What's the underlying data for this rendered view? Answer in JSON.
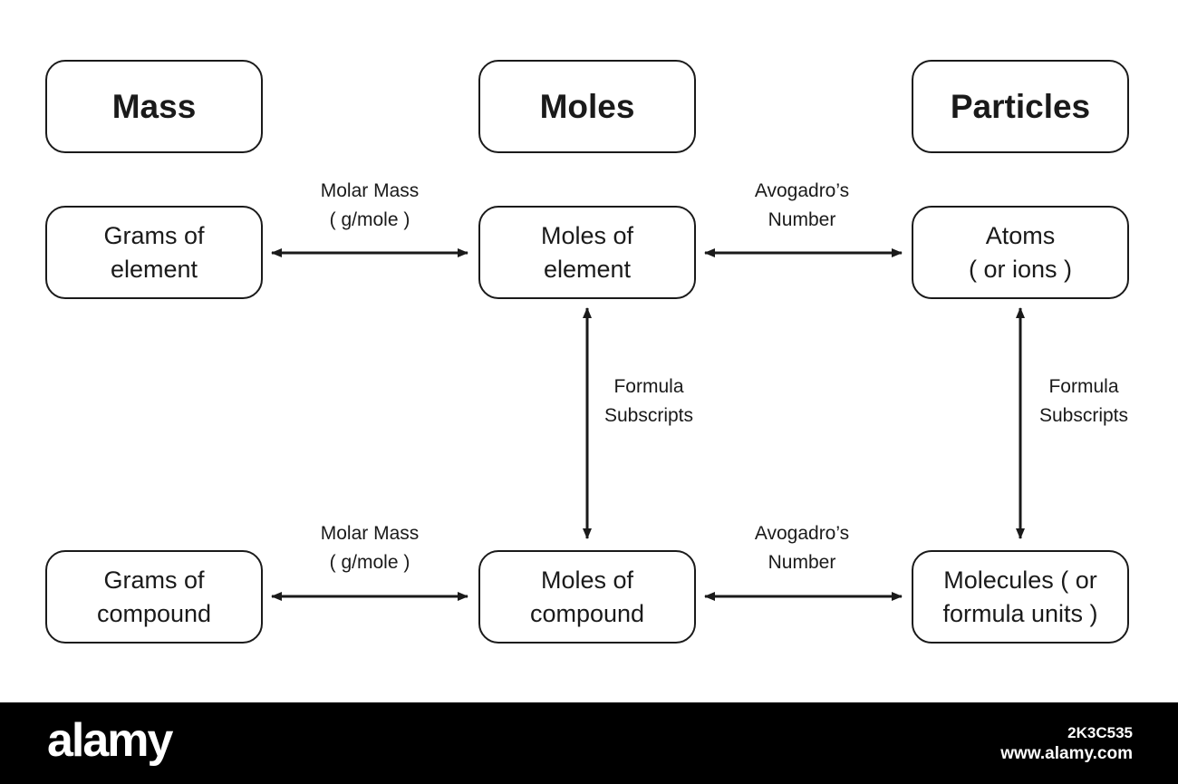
{
  "headers": {
    "mass": "Mass",
    "moles": "Moles",
    "particles": "Particles"
  },
  "nodes": {
    "grams_element": [
      "Grams  of",
      "element"
    ],
    "moles_element": [
      "Moles  of",
      "element"
    ],
    "atoms": [
      "Atoms",
      "( or  ions )"
    ],
    "grams_compound": [
      "Grams  of",
      "compound"
    ],
    "moles_compound": [
      "Moles  of",
      "compound"
    ],
    "molecules": [
      "Molecules  ( or",
      "formula  units )"
    ]
  },
  "labels": {
    "molar_mass_top": [
      "Molar  Mass",
      "( g/mole )"
    ],
    "avogadro_top": [
      "Avogadro’s",
      "Number"
    ],
    "formula_mid": [
      "Formula",
      "Subscripts"
    ],
    "formula_right": [
      "Formula",
      "Subscripts"
    ],
    "molar_mass_bottom": [
      "Molar  Mass",
      "( g/mole )"
    ],
    "avogadro_bottom": [
      "Avogadro’s",
      "Number"
    ]
  },
  "footer": {
    "logo": "alamy",
    "image_id": "2K3C535",
    "url": "www.alamy.com"
  }
}
